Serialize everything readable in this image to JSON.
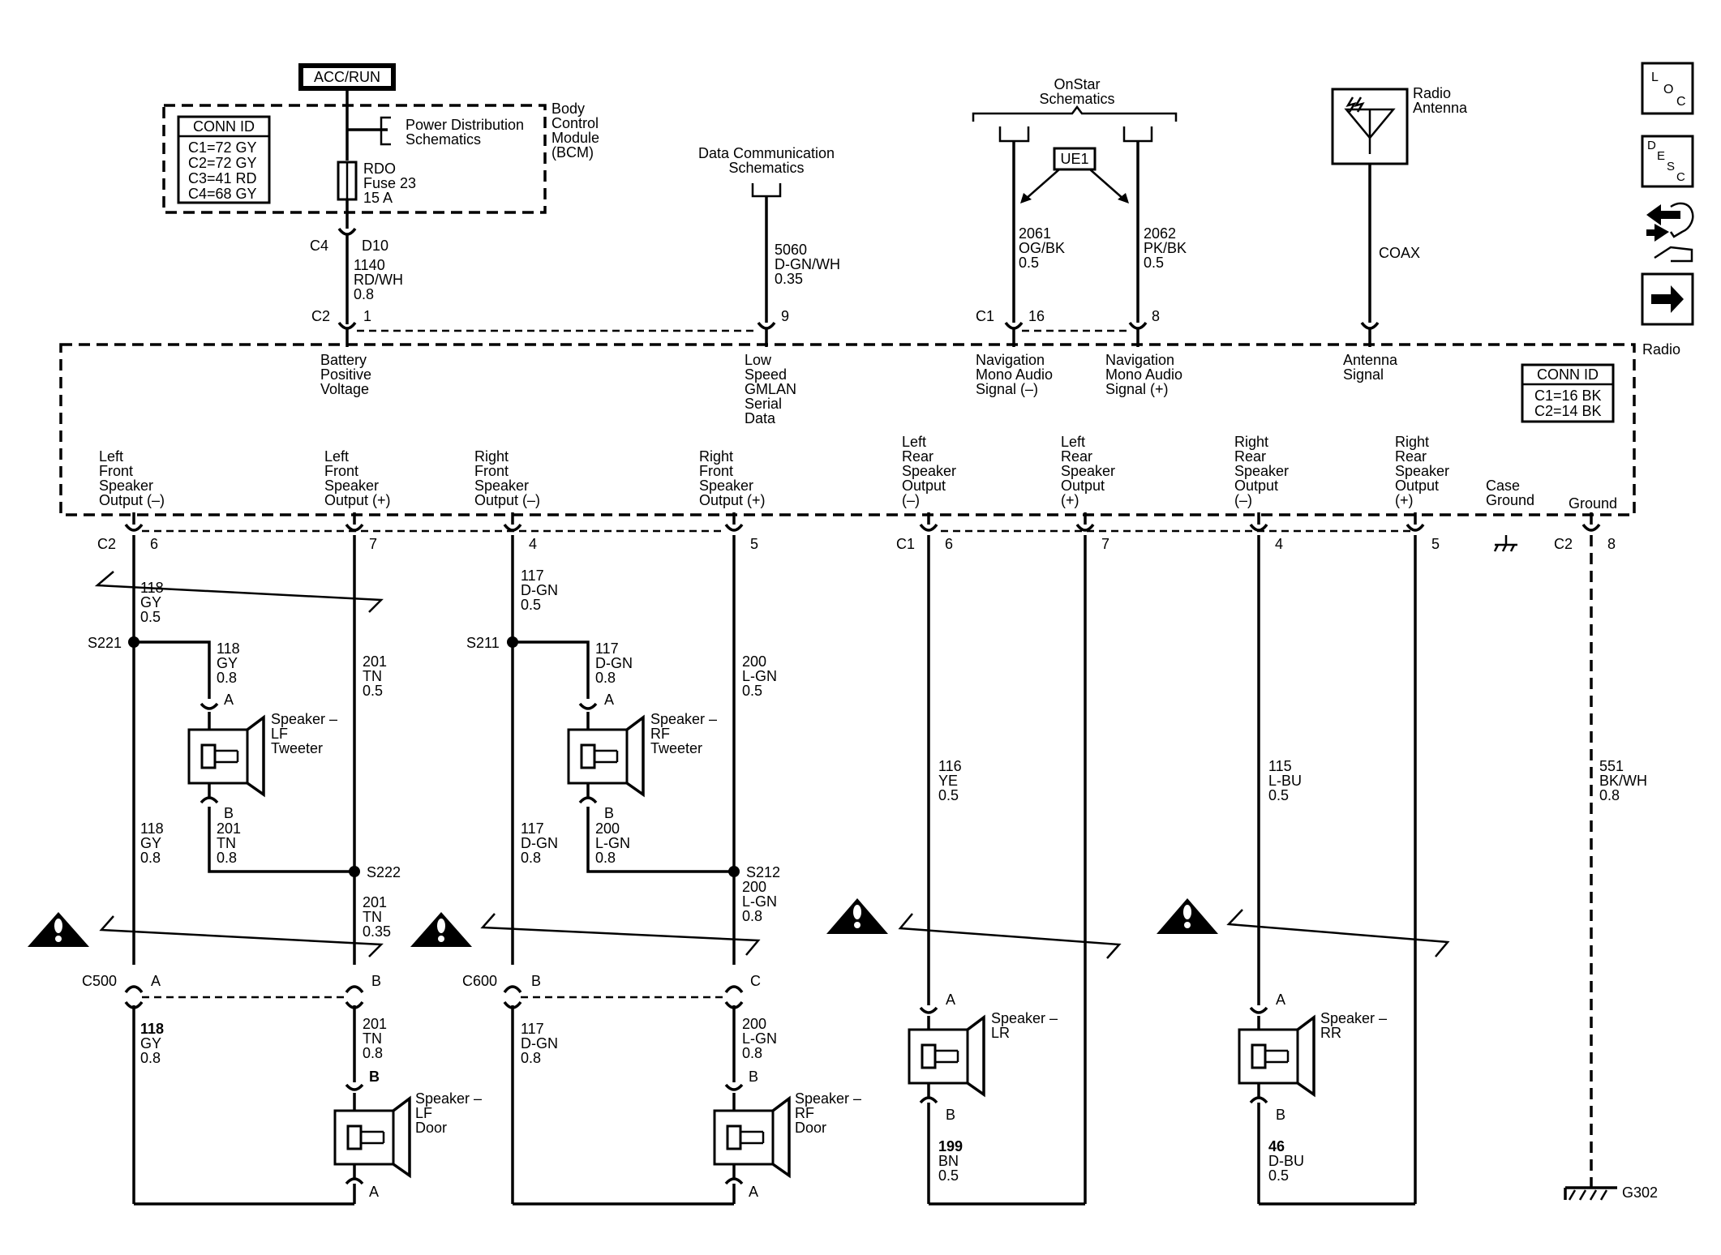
{
  "power": {
    "acc_run": "ACC/RUN"
  },
  "bcm": {
    "conn_title": "CONN ID",
    "conn_lines": [
      "C1=72 GY",
      "C2=72 GY",
      "C3=41 RD",
      "C4=68 GY"
    ],
    "power_dist": [
      "Power Distribution",
      "Schematics"
    ],
    "name": [
      "Body",
      "Control",
      "Module",
      "(BCM)"
    ],
    "fuse": [
      "RDO",
      "Fuse 23",
      "15 A"
    ]
  },
  "top_wires": {
    "bcm_conn": "C4",
    "bcm_pin": "D10",
    "batt_wire": [
      "1140",
      "RD/WH",
      "0.8"
    ],
    "data_comm": [
      "Data Communication",
      "Schematics"
    ],
    "data_wire": [
      "5060",
      "D-GN/WH",
      "0.35"
    ],
    "onstar": [
      "OnStar",
      "Schematics"
    ],
    "ue1": "UE1",
    "nav_minus_wire": [
      "2061",
      "OG/BK",
      "0.5"
    ],
    "nav_plus_wire": [
      "2062",
      "PK/BK",
      "0.5"
    ],
    "antenna_label": [
      "Radio",
      "Antenna"
    ],
    "coax": "COAX"
  },
  "radio": {
    "name": "Radio",
    "conn_title": "CONN ID",
    "conn_lines": [
      "C1=16 BK",
      "C2=14 BK"
    ],
    "top_pins": [
      {
        "conn": "C2",
        "pin": "1",
        "label": [
          "Battery",
          "Positive",
          "Voltage"
        ]
      },
      {
        "conn": "",
        "pin": "9",
        "label": [
          "Low",
          "Speed",
          "GMLAN",
          "Serial",
          "Data"
        ]
      },
      {
        "conn": "C1",
        "pin": "16",
        "label": [
          "Navigation",
          "Mono Audio",
          "Signal (–)"
        ]
      },
      {
        "conn": "",
        "pin": "8",
        "label": [
          "Navigation",
          "Mono Audio",
          "Signal (+)"
        ]
      },
      {
        "conn": "",
        "pin": "",
        "label": [
          "Antenna",
          "Signal"
        ]
      }
    ],
    "bottom_pins": [
      {
        "conn": "C2",
        "pin": "6",
        "label": [
          "Left",
          "Front",
          "Speaker",
          "Output (–)"
        ]
      },
      {
        "conn": "",
        "pin": "7",
        "label": [
          "Left",
          "Front",
          "Speaker",
          "Output (+)"
        ]
      },
      {
        "conn": "",
        "pin": "4",
        "label": [
          "Right",
          "Front",
          "Speaker",
          "Output (–)"
        ]
      },
      {
        "conn": "",
        "pin": "5",
        "label": [
          "Right",
          "Front",
          "Speaker",
          "Output (+)"
        ]
      },
      {
        "conn": "C1",
        "pin": "6",
        "label": [
          "Left",
          "Rear",
          "Speaker",
          "Output",
          "(–)"
        ]
      },
      {
        "conn": "",
        "pin": "7",
        "label": [
          "Left",
          "Rear",
          "Speaker",
          "Output",
          "(+)"
        ]
      },
      {
        "conn": "",
        "pin": "4",
        "label": [
          "Right",
          "Rear",
          "Speaker",
          "Output",
          "(–)"
        ]
      },
      {
        "conn": "",
        "pin": "5",
        "label": [
          "Right",
          "Rear",
          "Speaker",
          "Output",
          "(+)"
        ]
      },
      {
        "conn": "",
        "pin": "",
        "label": [
          "Case",
          "Ground"
        ]
      },
      {
        "conn": "C2",
        "pin": "8",
        "label": [
          "Ground"
        ]
      }
    ]
  },
  "front": {
    "lf_wire_top_neg": [
      "118",
      "GY",
      "0.5"
    ],
    "splice_lf_neg": "S221",
    "lf_tw_wire_a": [
      "118",
      "GY",
      "0.8"
    ],
    "lf_tw_pin_a": "A",
    "lf_tw_pin_b": "B",
    "lf_tweeter": [
      "Speaker –",
      "LF",
      "Tweeter"
    ],
    "lf_tw_wire_b": [
      "201",
      "TN",
      "0.8"
    ],
    "lf_wire_mid_neg": [
      "118",
      "GY",
      "0.8"
    ],
    "lf_wire_top_pos": [
      "201",
      "TN",
      "0.5"
    ],
    "splice_lf_pos": "S222",
    "lf_wire_mid_pos": [
      "201",
      "TN",
      "0.35"
    ],
    "c500": "C500",
    "c500_a": "A",
    "c500_b": "B",
    "lf_wire_bot_neg": [
      "118",
      "GY",
      "0.8"
    ],
    "lf_wire_bot_pos": [
      "201",
      "TN",
      "0.8"
    ],
    "lf_door_pin_b": "B",
    "lf_door_pin_a": "A",
    "lf_door": [
      "Speaker –",
      "LF",
      "Door"
    ],
    "rf_wire_top_neg": [
      "117",
      "D-GN",
      "0.5"
    ],
    "splice_rf_neg": "S211",
    "rf_tw_wire_a": [
      "117",
      "D-GN",
      "0.8"
    ],
    "rf_tw_pin_a": "A",
    "rf_tw_pin_b": "B",
    "rf_tweeter": [
      "Speaker –",
      "RF",
      "Tweeter"
    ],
    "rf_tw_wire_b": [
      "200",
      "L-GN",
      "0.8"
    ],
    "rf_wire_mid_neg": [
      "117",
      "D-GN",
      "0.8"
    ],
    "rf_wire_top_pos": [
      "200",
      "L-GN",
      "0.5"
    ],
    "splice_rf_pos": "S212",
    "rf_wire_mid_pos": [
      "200",
      "L-GN",
      "0.8"
    ],
    "c600": "C600",
    "c600_b": "B",
    "c600_c": "C",
    "rf_wire_bot_neg": [
      "117",
      "D-GN",
      "0.8"
    ],
    "rf_wire_bot_pos": [
      "200",
      "L-GN",
      "0.8"
    ],
    "rf_door_pin_b": "B",
    "rf_door_pin_a": "A",
    "rf_door": [
      "Speaker –",
      "RF",
      "Door"
    ]
  },
  "rear": {
    "lr_wire_neg": [
      "116",
      "YE",
      "0.5"
    ],
    "lr_pin_a": "A",
    "lr_pin_b": "B",
    "lr_speaker": [
      "Speaker –",
      "LR"
    ],
    "lr_wire_bot": [
      "199",
      "BN",
      "0.5"
    ],
    "rr_wire_neg": [
      "115",
      "L-BU",
      "0.5"
    ],
    "rr_pin_a": "A",
    "rr_pin_b": "B",
    "rr_speaker": [
      "Speaker –",
      "RR"
    ],
    "rr_wire_bot": [
      "46",
      "D-BU",
      "0.5"
    ],
    "gnd_wire": [
      "551",
      "BK/WH",
      "0.8"
    ],
    "g302": "G302"
  },
  "side_icons": {
    "loc": [
      "L",
      "O",
      "C"
    ],
    "desc": [
      "D",
      "E",
      "S",
      "C"
    ],
    "names": [
      "loc-icon",
      "desc-icon",
      "connector-view-icon",
      "next-page-icon"
    ]
  }
}
